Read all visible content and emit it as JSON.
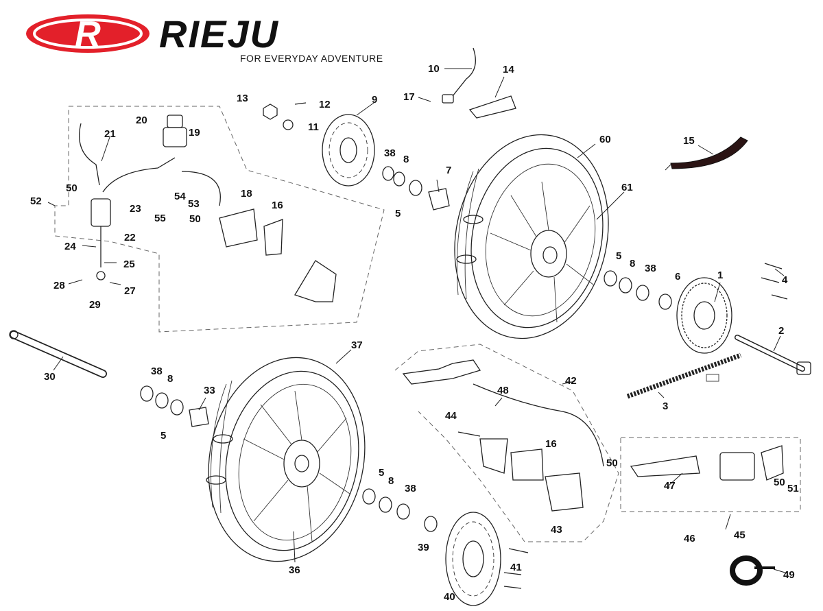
{
  "brand": {
    "name": "RIEJU",
    "logo_letter": "R",
    "tagline": "FOR EVERYDAY ADVENTURE",
    "color": "#e3202a"
  },
  "callouts": [
    {
      "id": "c1",
      "text": "1"
    },
    {
      "id": "c2",
      "text": "2"
    },
    {
      "id": "c3",
      "text": "3"
    },
    {
      "id": "c4",
      "text": "4"
    },
    {
      "id": "c5a",
      "text": "5"
    },
    {
      "id": "c5b",
      "text": "5"
    },
    {
      "id": "c5c",
      "text": "5"
    },
    {
      "id": "c5d",
      "text": "5"
    },
    {
      "id": "c6",
      "text": "6"
    },
    {
      "id": "c7",
      "text": "7"
    },
    {
      "id": "c8a",
      "text": "8"
    },
    {
      "id": "c8b",
      "text": "8"
    },
    {
      "id": "c8c",
      "text": "8"
    },
    {
      "id": "c8d",
      "text": "8"
    },
    {
      "id": "c9",
      "text": "9"
    },
    {
      "id": "c10",
      "text": "10"
    },
    {
      "id": "c11",
      "text": "11"
    },
    {
      "id": "c12",
      "text": "12"
    },
    {
      "id": "c13",
      "text": "13"
    },
    {
      "id": "c14",
      "text": "14"
    },
    {
      "id": "c15",
      "text": "15"
    },
    {
      "id": "c16a",
      "text": "16"
    },
    {
      "id": "c16b",
      "text": "16"
    },
    {
      "id": "c17",
      "text": "17"
    },
    {
      "id": "c18",
      "text": "18"
    },
    {
      "id": "c19",
      "text": "19"
    },
    {
      "id": "c20",
      "text": "20"
    },
    {
      "id": "c21",
      "text": "21"
    },
    {
      "id": "c22",
      "text": "22"
    },
    {
      "id": "c23",
      "text": "23"
    },
    {
      "id": "c24",
      "text": "24"
    },
    {
      "id": "c25",
      "text": "25"
    },
    {
      "id": "c27",
      "text": "27"
    },
    {
      "id": "c28",
      "text": "28"
    },
    {
      "id": "c29",
      "text": "29"
    },
    {
      "id": "c30",
      "text": "30"
    },
    {
      "id": "c33",
      "text": "33"
    },
    {
      "id": "c36",
      "text": "36"
    },
    {
      "id": "c37",
      "text": "37"
    },
    {
      "id": "c38a",
      "text": "38"
    },
    {
      "id": "c38b",
      "text": "38"
    },
    {
      "id": "c38c",
      "text": "38"
    },
    {
      "id": "c38d",
      "text": "38"
    },
    {
      "id": "c39",
      "text": "39"
    },
    {
      "id": "c40",
      "text": "40"
    },
    {
      "id": "c41",
      "text": "41"
    },
    {
      "id": "c42",
      "text": "42"
    },
    {
      "id": "c43",
      "text": "43"
    },
    {
      "id": "c44",
      "text": "44"
    },
    {
      "id": "c45",
      "text": "45"
    },
    {
      "id": "c46",
      "text": "46"
    },
    {
      "id": "c47",
      "text": "47"
    },
    {
      "id": "c48",
      "text": "48"
    },
    {
      "id": "c49",
      "text": "49"
    },
    {
      "id": "c50a",
      "text": "50"
    },
    {
      "id": "c50b",
      "text": "50"
    },
    {
      "id": "c50c",
      "text": "50"
    },
    {
      "id": "c50d",
      "text": "50"
    },
    {
      "id": "c51",
      "text": "51"
    },
    {
      "id": "c52",
      "text": "52"
    },
    {
      "id": "c53",
      "text": "53"
    },
    {
      "id": "c54",
      "text": "54"
    },
    {
      "id": "c55",
      "text": "55"
    },
    {
      "id": "c60",
      "text": "60"
    },
    {
      "id": "c61",
      "text": "61"
    }
  ]
}
